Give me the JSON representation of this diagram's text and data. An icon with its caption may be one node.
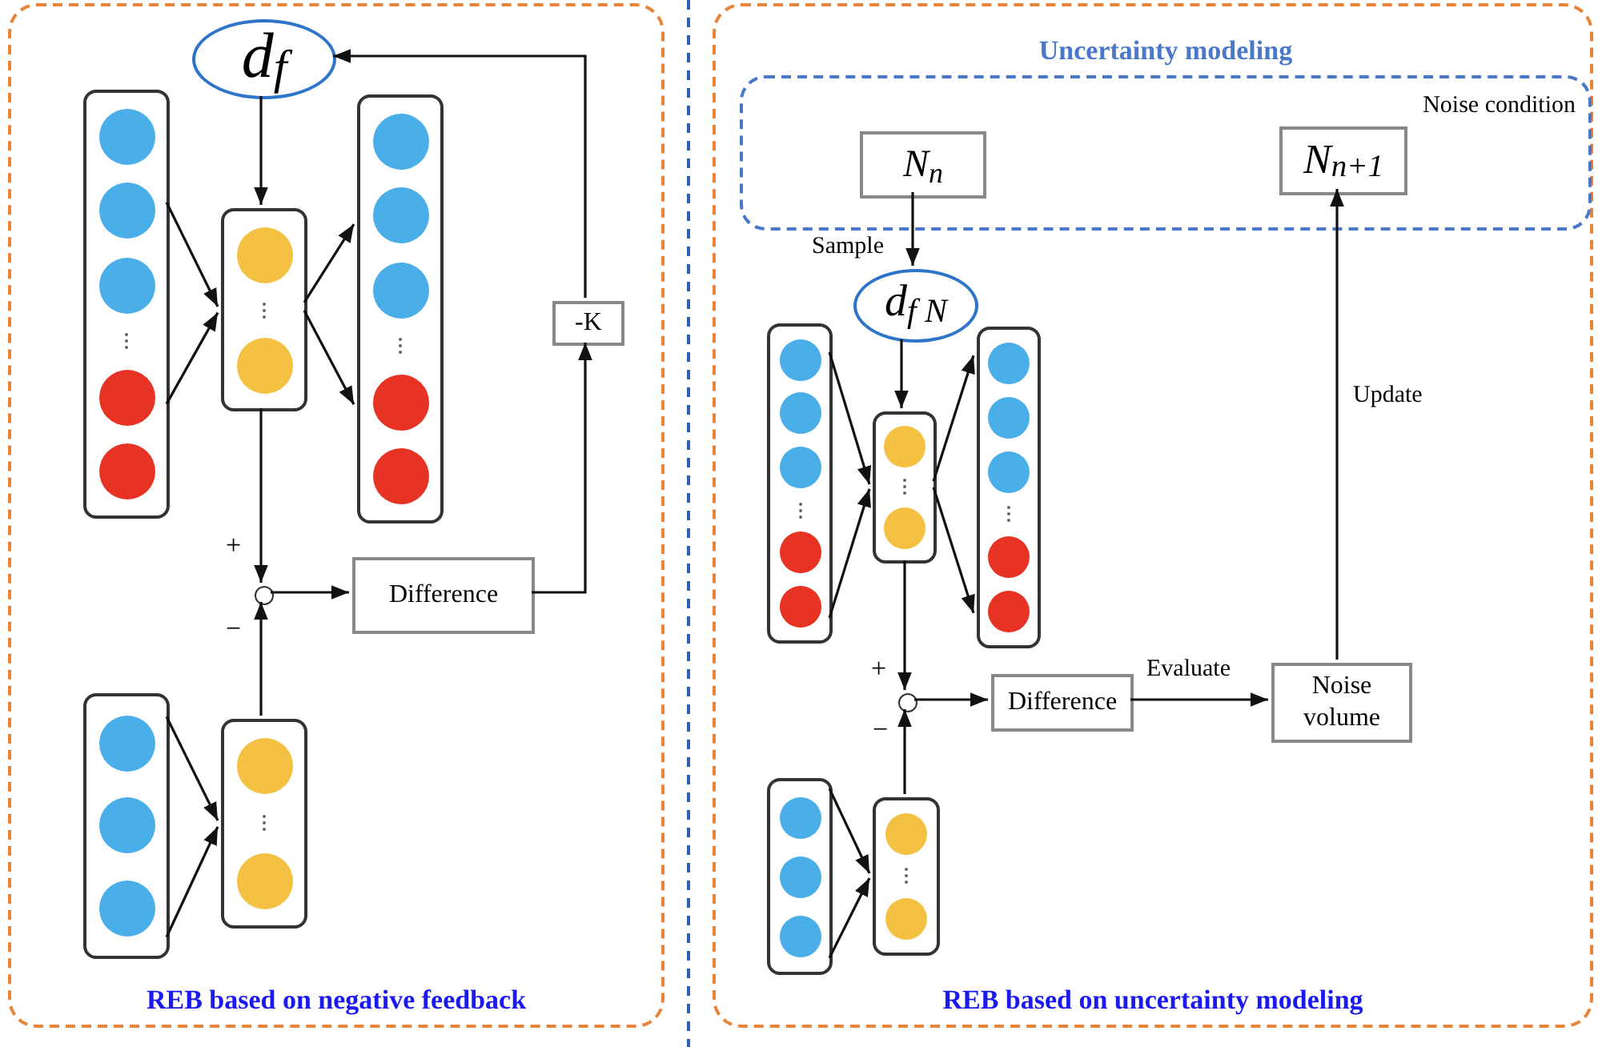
{
  "diagram": {
    "nodes": [
      {
        "text": [
          "REB based on negative feedback"
        ]
      },
      {
        "text": [
          "d$_{f}$"
        ],
        "in": 0
      },
      {
        "text": [],
        "shape": "box",
        "in": 0
      },
      {
        "text": [],
        "shape": "box",
        "in": 0
      },
      {
        "text": [],
        "shape": "box",
        "in": 0
      },
      {
        "text": [],
        "shape": "box",
        "in": 0
      },
      {
        "text": [],
        "shape": "box",
        "in": 0
      },
      {
        "text": [],
        "shape": "circle",
        "in": 0
      },
      {
        "text": [
          "Difference"
        ],
        "in": 0
      },
      {
        "text": [
          "-K"
        ],
        "in": 0
      },
      {
        "text": [
          "REB based on uncertainty modeling"
        ]
      },
      {
        "text": [
          "Uncertainty modeling",
          "Noise condition"
        ],
        "in": 10
      },
      {
        "text": [
          "N$_{n}$"
        ],
        "in": 11
      },
      {
        "text": [
          "N$_{n+1}$"
        ],
        "in": 11
      },
      {
        "text": [
          "d$_{f N}$"
        ],
        "in": 10
      },
      {
        "text": [],
        "shape": "box",
        "in": 10
      },
      {
        "text": [],
        "shape": "box",
        "in": 10
      },
      {
        "text": [],
        "shape": "box",
        "in": 10
      },
      {
        "text": [],
        "shape": "box",
        "in": 10
      },
      {
        "text": [],
        "shape": "box",
        "in": 10
      },
      {
        "text": [],
        "shape": "circle",
        "in": 10
      },
      {
        "text": [
          "Difference"
        ],
        "in": 10
      },
      {
        "text": [
          "Noise volume"
        ],
        "in": 10
      }
    ],
    "edges": [
      {
        "from": 1,
        "to": 3,
        "arrow": "to"
      },
      {
        "from": 2,
        "to": 3,
        "arrow": "to"
      },
      {
        "from": 2,
        "to": 3,
        "arrow": "to"
      },
      {
        "from": 3,
        "to": 4,
        "arrow": "to"
      },
      {
        "from": 3,
        "to": 4,
        "arrow": "to"
      },
      {
        "from": 5,
        "to": 6,
        "arrow": "to"
      },
      {
        "from": 5,
        "to": 6,
        "arrow": "to"
      },
      {
        "from": 3,
        "to": 7,
        "arrow": "to"
      },
      {
        "from": 6,
        "to": 7,
        "arrow": "to"
      },
      {
        "from": 7,
        "to": 8,
        "arrow": "to"
      },
      {
        "from": 8,
        "to": 9,
        "arrow": "to"
      },
      {
        "from": 9,
        "to": 1,
        "arrow": "to"
      },
      {
        "from": 12,
        "to": 14,
        "arrow": "to",
        "label": "Sample"
      },
      {
        "from": 14,
        "to": 16,
        "arrow": "to"
      },
      {
        "from": 15,
        "to": 16,
        "arrow": "to"
      },
      {
        "from": 15,
        "to": 16,
        "arrow": "to"
      },
      {
        "from": 16,
        "to": 17,
        "arrow": "to"
      },
      {
        "from": 16,
        "to": 17,
        "arrow": "to"
      },
      {
        "from": 18,
        "to": 19,
        "arrow": "to"
      },
      {
        "from": 18,
        "to": 19,
        "arrow": "to"
      },
      {
        "from": 16,
        "to": 20,
        "arrow": "to"
      },
      {
        "from": 19,
        "to": 20,
        "arrow": "to"
      },
      {
        "from": 20,
        "to": 21,
        "arrow": "to"
      },
      {
        "from": 21,
        "to": 22,
        "arrow": "to",
        "label": "Evaluate"
      },
      {
        "from": 22,
        "to": 13,
        "arrow": "to",
        "label": "Update"
      }
    ],
    "labels": [
      "+",
      "−",
      "+",
      "−"
    ]
  }
}
